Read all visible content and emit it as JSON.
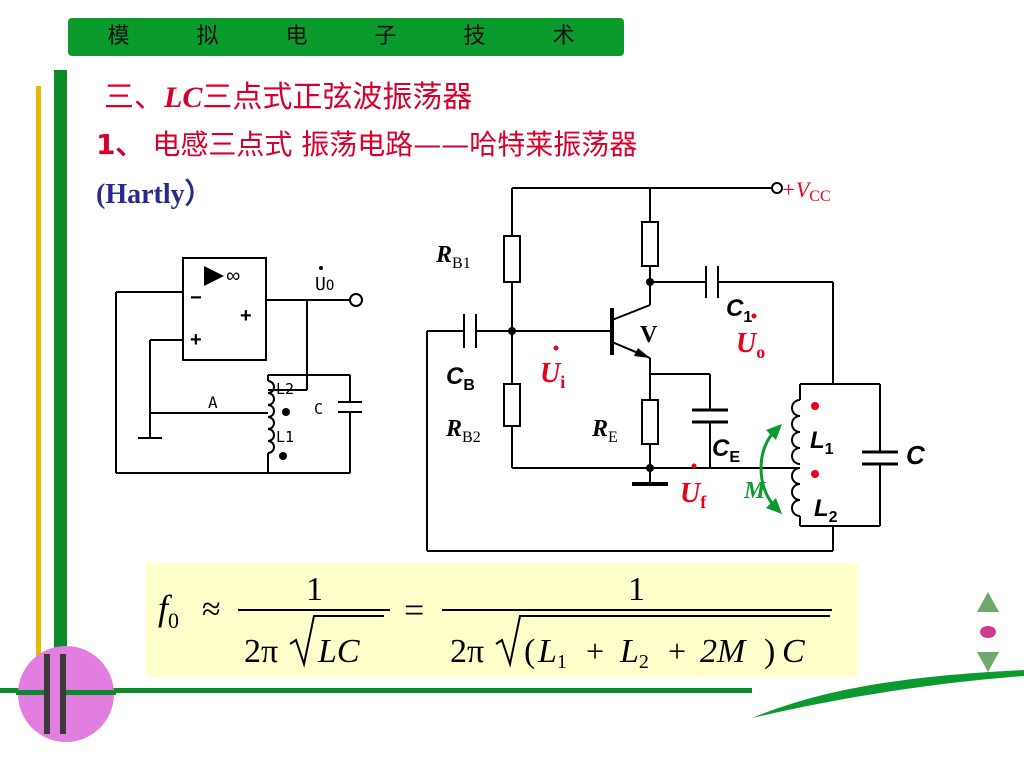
{
  "banner": {
    "title": "模 拟 电 子 技 术"
  },
  "heading": {
    "section_prefix": "三、",
    "section_lc": "LC",
    "section_suffix": "三点式正弦波振荡器",
    "sub_num": "1、",
    "sub_text": " 电感三点式 振荡电路——哈特莱振荡器",
    "hartly": "(Hartly）"
  },
  "opamp_diagram": {
    "infinity": "∞",
    "minus": "−",
    "plus_a": "+",
    "plus_b": "+",
    "uo": "U",
    "uo_sub": "O",
    "a": "A",
    "l2": "L2",
    "l1": "L1",
    "c": "C"
  },
  "circuit": {
    "vcc": "+V",
    "vcc_sub": "CC",
    "rb1": "R",
    "rb1_sub": "B1",
    "rb2": "R",
    "rb2_sub": "B2",
    "cb": "C",
    "cb_sub": "B",
    "c1": "C",
    "c1_sub": "1",
    "v": "V",
    "ui": "U",
    "ui_sub": "i",
    "uo": "U",
    "uo_sub": "o",
    "re": "R",
    "re_sub": "E",
    "ce": "C",
    "ce_sub": "E",
    "uf": "U",
    "uf_sub": "f",
    "m": "M",
    "l1": "L",
    "l1_sub": "1",
    "l2": "L",
    "l2_sub": "2",
    "c": "C"
  },
  "formula": {
    "f": "f",
    "f_sub": "0",
    "approx": "≈",
    "one_a": "1",
    "two_pi_a": "2π",
    "lc": "LC",
    "eq": "=",
    "one_b": "1",
    "two_pi_b": "2π",
    "open": "(",
    "l1": "L",
    "l1_sub": "1",
    "plus1": "+",
    "l2": "L",
    "l2_sub": "2",
    "plus2": "+",
    "two_m": "2M",
    "close": ")",
    "c_end": "C"
  },
  "colors": {
    "banner": "#0b9a2c",
    "heading_red": "#d8002a",
    "hartly_blue": "#2a2a8a",
    "highlight_red": "#e8001c",
    "formula_bg": "#ffffcc",
    "coupling_arrow": "#0a9a30"
  }
}
